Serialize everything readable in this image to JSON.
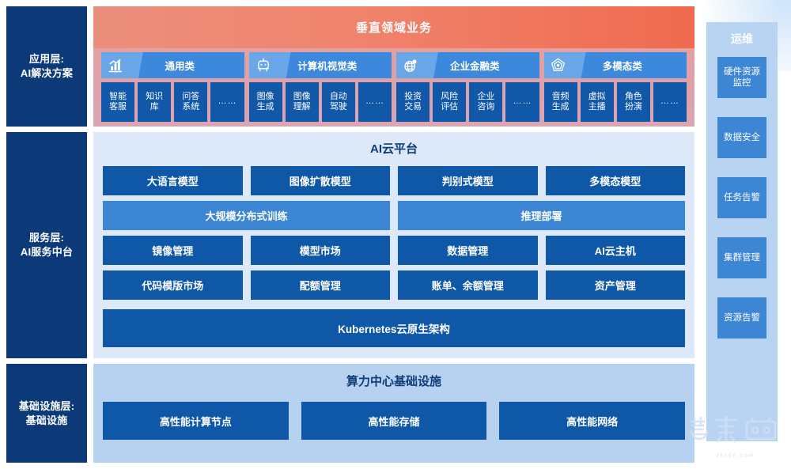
{
  "layers": [
    {
      "name": "application",
      "label": "应用层:\nAI解决方案",
      "label_line1": "应用层:",
      "label_line2": "AI解决方案"
    },
    {
      "name": "service",
      "label_line1": "服务层:",
      "label_line2": "AI服务中台"
    },
    {
      "name": "infrastructure",
      "label_line1": "基础设施层:",
      "label_line2": "基础设施"
    }
  ],
  "application": {
    "header_title": "垂直领域业务",
    "header_color_start": "#eb8f7d",
    "header_color_end": "#ef6a4f",
    "categories": [
      {
        "icon": "bar-chart-icon",
        "name": "通用类",
        "items": [
          "智能\n客服",
          "知识\n库",
          "问答\n系统",
          "……"
        ],
        "items_flat": [
          "智能客服",
          "知识库",
          "问答系统",
          "……"
        ]
      },
      {
        "icon": "robot-head-icon",
        "name": "计算机视觉类",
        "items_flat": [
          "图像生成",
          "图像理解",
          "自动驾驶",
          "……"
        ]
      },
      {
        "icon": "globe-pin-icon",
        "name": "企业金融类",
        "items_flat": [
          "投资交易",
          "风险评估",
          "企业咨询",
          "……"
        ]
      },
      {
        "icon": "pentagon-badge-icon",
        "name": "多模态类",
        "items_flat": [
          "音频生成",
          "虚拟主播",
          "角色扮演",
          "……"
        ]
      }
    ]
  },
  "service": {
    "title": "AI云平台",
    "rows": [
      {
        "style": "dark",
        "boxes": [
          "大语言模型",
          "图像扩散模型",
          "判别式模型",
          "多模态模型"
        ]
      },
      {
        "style": "light",
        "boxes": [
          "大规模分布式训练",
          "推理部署"
        ]
      },
      {
        "style": "dark",
        "boxes": [
          "镜像管理",
          "模型市场",
          "数据管理",
          "AI云主机"
        ]
      },
      {
        "style": "dark",
        "boxes": [
          "代码模版市场",
          "配额管理",
          "账单、余额管理",
          "资产管理"
        ]
      }
    ],
    "kubernetes": "Kubernetes云原生架构"
  },
  "infrastructure": {
    "title": "算力中心基础设施",
    "boxes": [
      "高性能计算节点",
      "高性能存储",
      "高性能网络"
    ]
  },
  "ops": {
    "title": "运维",
    "items": [
      "硬件资源\n监控",
      "数据安全",
      "任务告警",
      "集群管理",
      "资源告警"
    ],
    "items_flat": [
      "硬件资源监控",
      "数据安全",
      "任务告警",
      "集群管理",
      "资源告警"
    ]
  },
  "watermark": {
    "text": "智東西",
    "sub": "zhidx.com"
  },
  "colors": {
    "layer_label_bg": "#0c3977",
    "app_panel_bg": "#e0a0a8",
    "service_panel_bg": "#dde9f9",
    "infra_panel_bg": "#b6d2f0",
    "ops_panel_bg": "#b9d4f2",
    "box_dark_blue": "#0f58a8",
    "box_light_blue": "#3c86d4",
    "title_text": "#0d3c78"
  }
}
